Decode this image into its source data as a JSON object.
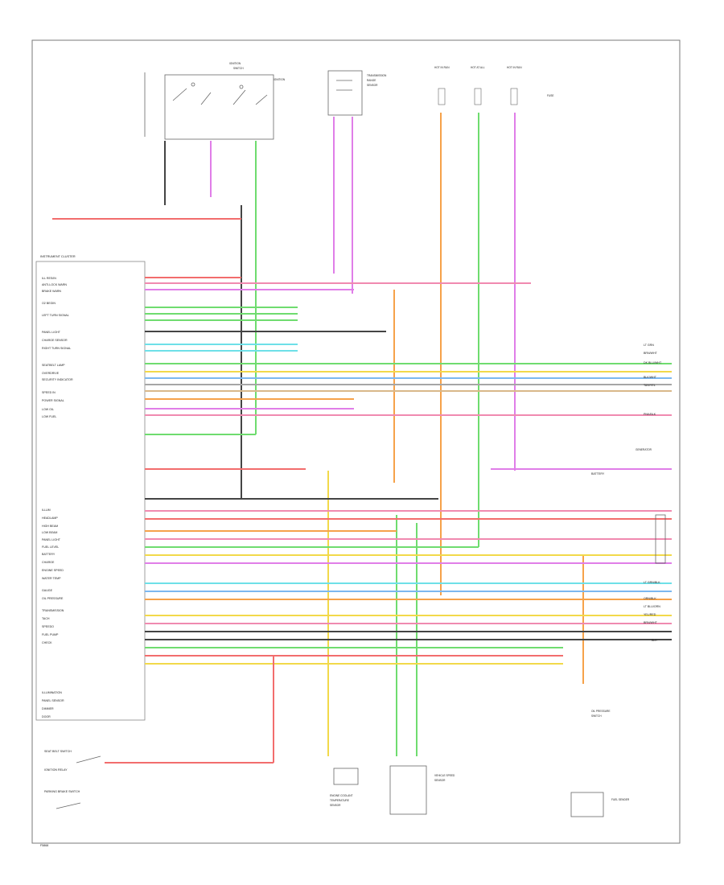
{
  "diagram": {
    "footer_code": "F5868",
    "left_labels": [
      "ILL RES/IN",
      "ANTI-LOCK WARN",
      "BRAKE WARN",
      "O2 BEGIN",
      "LEFT TURN SIGNAL",
      "PANEL LIGHT",
      "CHARGE SENSOR",
      "RIGHT TURN SIGNAL",
      "SEATBELT LAMP",
      "OVERDRIVE",
      "SECURITY INDICATOR",
      "SPEED IN",
      "POWER SIGNAL",
      "LOW OIL",
      "LOW FUEL",
      "ILLUM",
      "HEADLAMP",
      "HIGH BEAM",
      "LOW BEAM",
      "PANEL LIGHT",
      "FUEL LEVEL",
      "BATTERY",
      "CHARGE",
      "ENGINE SPEED",
      "WATER TEMP",
      "GAUGE",
      "OIL PRESSURE",
      "TRANSMISSION",
      "TACH",
      "SPEEDO",
      "FUEL PUMP",
      "CHECK",
      "ILLUMINATION",
      "PANEL SENSOR",
      "DIMMER",
      "DOOR"
    ],
    "bottom_left_labels": [
      "SEAT BELT SWITCH",
      "IGNITION RELAY",
      "PARKING BRAKE SWITCH"
    ],
    "right_labels": [
      "LT GRN",
      "BRN/WHT",
      "DK BLU/WHT",
      "BLK/WHT",
      "TAN/YEL",
      "PNK/BLK",
      "BATTERY",
      "LT GRN/BLK",
      "ORN/BLK",
      "LT BLU/ORN",
      "YEL/RED",
      "BRN/WHT",
      "BLK"
    ],
    "top_labels": [
      "HOT IN RUN",
      "HOT AT ALL TIMES",
      "HOT IN RUN",
      "FUSE"
    ],
    "component_labels": [
      "INSTRUMENT CLUSTER",
      "IGNITION SWITCH",
      "TRANSMISSION RANGE SENSOR",
      "ENGINE COOLANT TEMPERATURE SENSOR",
      "VEHICLE SPEED SENSOR",
      "OIL PRESSURE SWITCH",
      "FUEL SENDER",
      "GENERATOR"
    ],
    "colors": {
      "wire_pink": "#f08ab0",
      "wire_magenta": "#e07ee8",
      "wire_red": "#f26d6d",
      "wire_orange": "#f6a24a",
      "wire_yellow": "#f2d94a",
      "wire_green": "#6fdc6f",
      "wire_cyan": "#6ee0e8",
      "wire_blue": "#7cb8f0",
      "wire_gray": "#a6a6a6",
      "wire_black": "#444444",
      "wire_tan": "#d9b88a",
      "frame": "#7a7a7a"
    }
  }
}
